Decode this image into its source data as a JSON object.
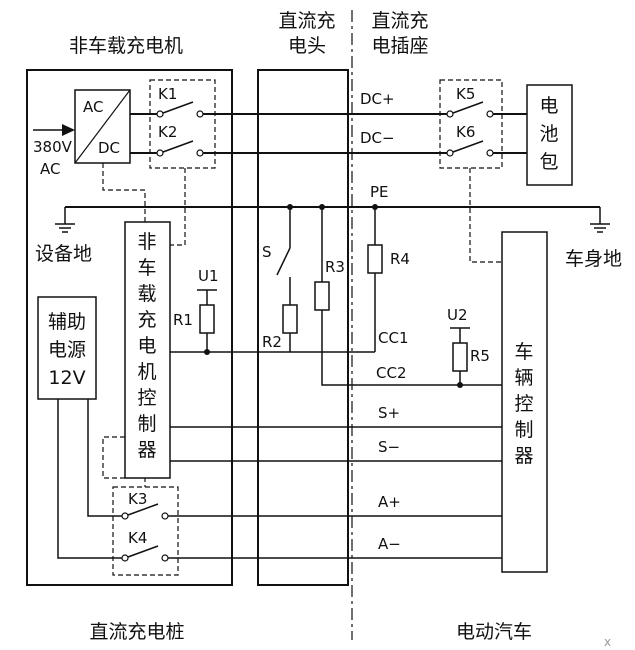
{
  "header": {
    "offboard_charger": "非车载充电机",
    "dc_connector_line1": "直流充",
    "dc_connector_line2": "电头",
    "dc_inlet_line1": "直流充",
    "dc_inlet_line2": "电插座"
  },
  "footer": {
    "charging_pile": "直流充电桩",
    "electric_vehicle": "电动汽车"
  },
  "ground": {
    "equipment": "设备地",
    "vehicle_body": "车身地"
  },
  "converter": {
    "ac": "AC",
    "dc": "DC",
    "input_voltage": "380V",
    "input_type": "AC"
  },
  "blocks": {
    "charger_controller": [
      "非",
      "车",
      "载",
      "充",
      "电",
      "机",
      "控",
      "制",
      "器"
    ],
    "aux_power": [
      "辅助",
      "电源",
      "12V"
    ],
    "battery_pack": [
      "电",
      "池",
      "包"
    ],
    "vehicle_controller": [
      "车",
      "辆",
      "控",
      "制",
      "器"
    ]
  },
  "switches": {
    "k1": "K1",
    "k2": "K2",
    "k3": "K3",
    "k4": "K4",
    "k5": "K5",
    "k6": "K6",
    "s": "S"
  },
  "components": {
    "u1": "U1",
    "u2": "U2",
    "r1": "R1",
    "r2": "R2",
    "r3": "R3",
    "r4": "R4",
    "r5": "R5"
  },
  "signals": {
    "dc_plus": "DC+",
    "dc_minus": "DC−",
    "pe": "PE",
    "cc1": "CC1",
    "cc2": "CC2",
    "s_plus": "S+",
    "s_minus": "S−",
    "a_plus": "A+",
    "a_minus": "A−"
  },
  "watermark": "x"
}
